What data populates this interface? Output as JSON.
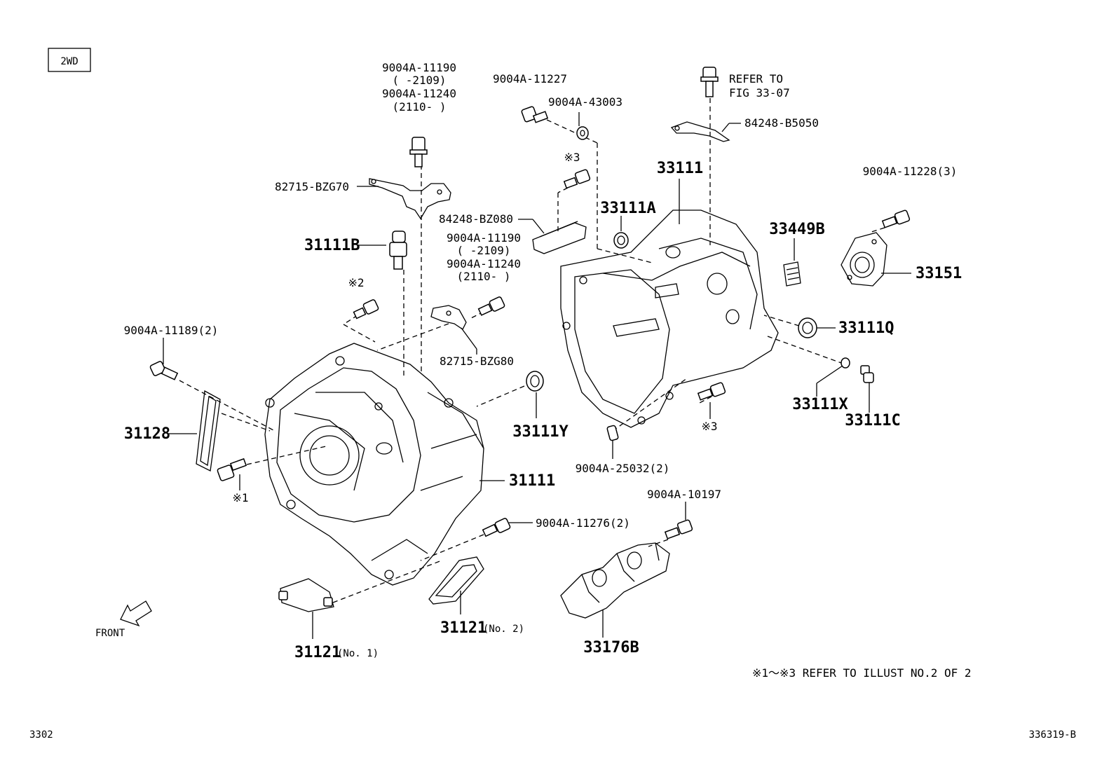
{
  "variant": "2WD",
  "figure_number": "3302",
  "illustration_id": "336319-B",
  "footnote": "※1～※3  REFER TO ILLUST NO.2 OF 2",
  "front_label": "FRONT",
  "labels": {
    "bolt_11190": "9004A-11190",
    "bolt_11190_range": "(      -2109)",
    "bolt_11240": "9004A-11240",
    "bolt_11240_range": "(2110-      )",
    "bolt_11227": "9004A-11227",
    "washer_43003": "9004A-43003",
    "refer_to": "REFER TO",
    "fig_ref": "FIG 33-07",
    "bracket_b5050": "84248-B5050",
    "bracket_bzg70": "82715-BZG70",
    "mark_3_top": "※3",
    "case_33111": "33111",
    "seal_33111a": "33111A",
    "bracket_bz080": "84248-BZ080",
    "bolt_11190_b": "9004A-11190",
    "bolt_11190_b_range": "(      -2109)",
    "bolt_11240_b": "9004A-11240",
    "bolt_11240_b_range": "(2110-      )",
    "bolt_11228": "9004A-11228(3)",
    "label_33449b": "33449B",
    "retainer_33151": "33151",
    "plug_31111b": "31111B",
    "mark_2": "※2",
    "bolt_11189": "9004A-11189(2)",
    "bracket_bzg80": "82715-BZG80",
    "seal_33111q": "33111Q",
    "gasket_33111x": "33111X",
    "plug_33111c": "33111C",
    "cover_31128": "31128",
    "seal_33111y": "33111Y",
    "mark_3_bottom": "※3",
    "pin_25032": "9004A-25032(2)",
    "housing_31111": "31111",
    "mark_1": "※1",
    "bolt_10197": "9004A-10197",
    "bolt_11276": "9004A-11276(2)",
    "cover_31121_no1": "31121",
    "cover_31121_no1_suffix": "(No. 1)",
    "cover_31121_no2": "31121",
    "cover_31121_no2_suffix": "(No. 2)",
    "insulator_33176b": "33176B"
  }
}
